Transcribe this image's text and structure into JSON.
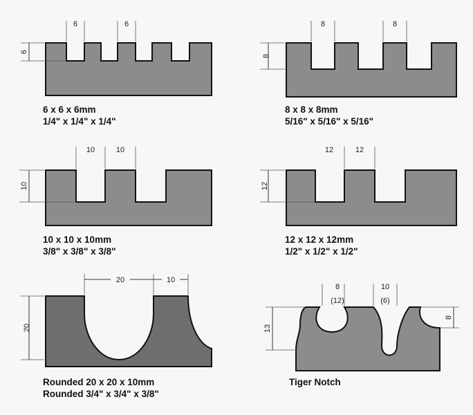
{
  "profiles": [
    {
      "id": "p6",
      "caption_metric": "6 x 6 x 6mm",
      "caption_imperial": "1/4\" x 1/4\" x 1/4\"",
      "dims": {
        "notch_width": "6",
        "notch_gap": "6",
        "depth": "6"
      }
    },
    {
      "id": "p8",
      "caption_metric": "8 x 8 x 8mm",
      "caption_imperial": "5/16\" x 5/16\" x 5/16\"",
      "dims": {
        "notch_width": "8",
        "notch_gap": "8",
        "depth": "8"
      }
    },
    {
      "id": "p10",
      "caption_metric": "10 x 10 x 10mm",
      "caption_imperial": "3/8\" x 3/8\" x 3/8\"",
      "dims": {
        "notch_width": "10",
        "notch_gap": "10",
        "depth": "10"
      }
    },
    {
      "id": "p12",
      "caption_metric": "12 x 12 x 12mm",
      "caption_imperial": "1/2\" x 1/2\" x 1/2\"",
      "dims": {
        "notch_width": "12",
        "notch_gap": "12",
        "depth": "12"
      }
    },
    {
      "id": "rounded",
      "caption_metric": "Rounded 20 x 20 x 10mm",
      "caption_imperial": "Rounded 3/4\" x 3/4\" x 3/8\"",
      "dims": {
        "notch_width": "20",
        "notch_gap": "10",
        "depth": "20"
      }
    },
    {
      "id": "tiger",
      "caption_metric": "Tiger Notch",
      "caption_imperial": "",
      "dims": {
        "notch_width": "8",
        "notch_width_alt": "(12)",
        "notch_gap": "10",
        "notch_gap_alt": "(6)",
        "depth": "13",
        "right_depth": "8"
      }
    }
  ]
}
